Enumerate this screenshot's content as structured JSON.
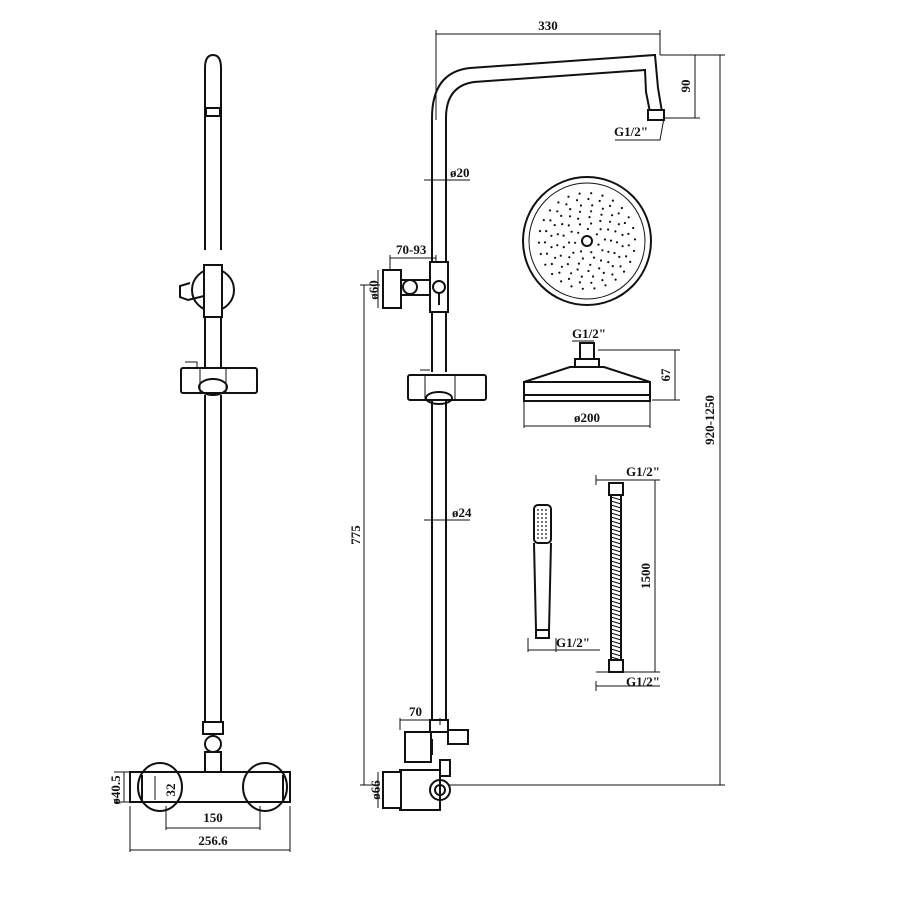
{
  "dimensions": {
    "arm_length": "330",
    "arm_drop": "90",
    "arm_outlet_thread": "G1/2\"",
    "upper_pipe_dia": "ø20",
    "diverter_offset": "70-93",
    "diverter_dia": "ø60",
    "riser_height": "775",
    "lower_pipe_dia": "ø24",
    "overall_height": "920-1250",
    "head_inlet_thread": "G1/2\"",
    "head_height": "67",
    "head_dia": "ø200",
    "hose_top_thread": "G1/2\"",
    "hose_length": "1500",
    "hose_bottom_thread": "G1/2\"",
    "handset_thread": "G1/2\"",
    "valve_offset": "70",
    "valve_dia": "ø66",
    "body_dia": "ø40.5",
    "body_depth": "32",
    "inlet_centres": "150",
    "body_width": "256.6"
  }
}
